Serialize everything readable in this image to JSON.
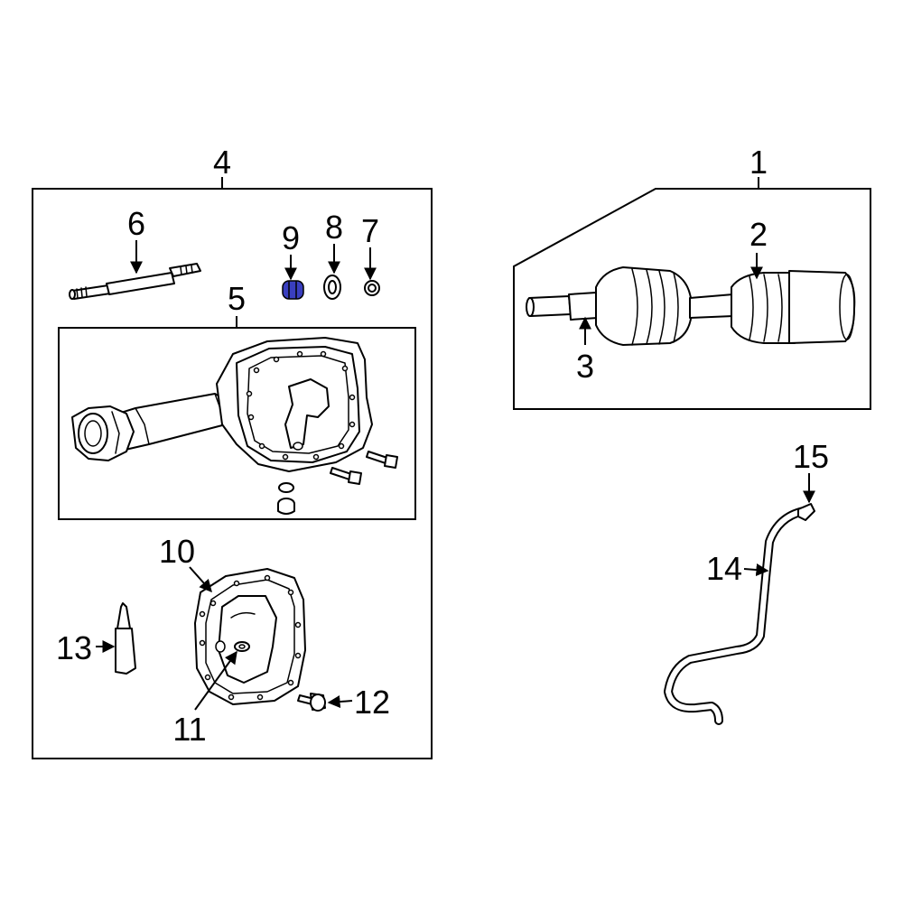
{
  "highlight_color": "#3a3fbf",
  "callouts": {
    "c1": "1",
    "c2": "2",
    "c3": "3",
    "c4": "4",
    "c5": "5",
    "c6": "6",
    "c7": "7",
    "c8": "8",
    "c9": "9",
    "c10": "10",
    "c11": "11",
    "c12": "12",
    "c13": "13",
    "c14": "14",
    "c15": "15"
  }
}
